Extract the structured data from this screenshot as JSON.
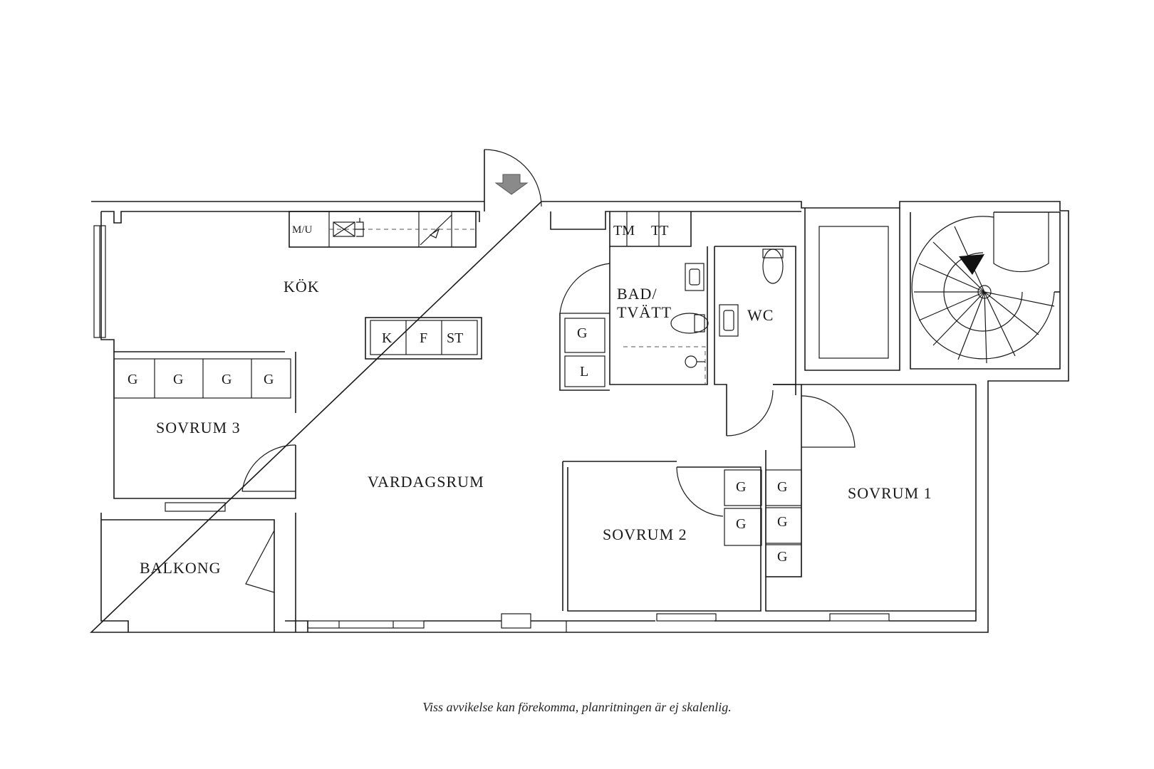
{
  "rooms": {
    "kitchen": "KÖK",
    "bath": "BAD/",
    "bath_line2": "TVÄTT",
    "wc": "WC",
    "bedroom3": "SOVRUM 3",
    "living": "VARDAGSRUM",
    "bedroom2": "SOVRUM 2",
    "bedroom1": "SOVRUM 1",
    "balcony": "BALKONG"
  },
  "fixtures": {
    "microwave": "M/U",
    "tm": "TM",
    "tt": "TT",
    "island": [
      "K",
      "F",
      "ST"
    ],
    "wardrobe": "G",
    "linen": "L"
  },
  "disclaimer": "Viss avvikelse kan förekomma, planritningen är ej skalenlig."
}
